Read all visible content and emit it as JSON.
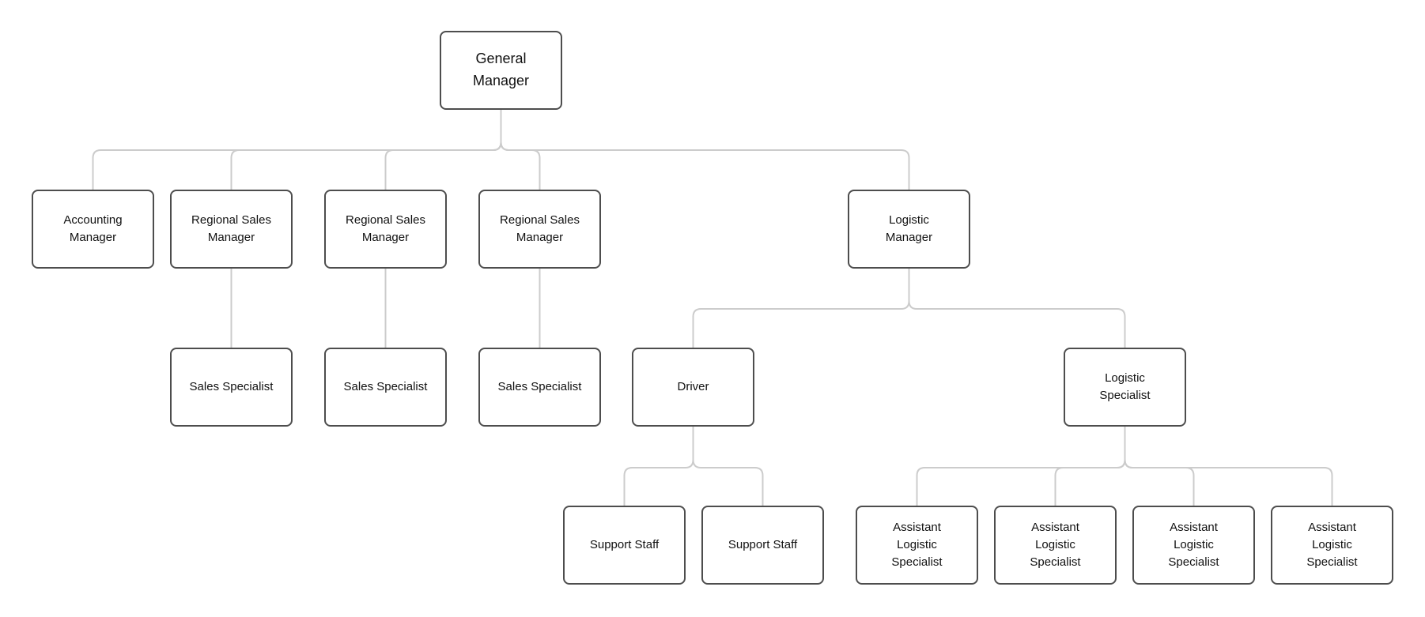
{
  "diagram": {
    "type": "org-chart",
    "background_color": "#ffffff",
    "node_fill_color": "#ffffff",
    "node_border_color": "#4d4d4d",
    "connector_color": "#cccccc",
    "text_color": "#111111",
    "levels": 4,
    "node_count": 17,
    "nodes": [
      {
        "id": "general-manager",
        "label": "General\nManager",
        "reports_to": null
      },
      {
        "id": "accounting-manager",
        "label": "Accounting\nManager",
        "reports_to": "general-manager"
      },
      {
        "id": "regional-sales-manager-1",
        "label": "Regional Sales\nManager",
        "reports_to": "general-manager"
      },
      {
        "id": "regional-sales-manager-2",
        "label": "Regional Sales\nManager",
        "reports_to": "general-manager"
      },
      {
        "id": "regional-sales-manager-3",
        "label": "Regional Sales\nManager",
        "reports_to": "general-manager"
      },
      {
        "id": "logistic-manager",
        "label": "Logistic\nManager",
        "reports_to": "general-manager"
      },
      {
        "id": "sales-specialist-1",
        "label": "Sales Specialist",
        "reports_to": "regional-sales-manager-1"
      },
      {
        "id": "sales-specialist-2",
        "label": "Sales Specialist",
        "reports_to": "regional-sales-manager-2"
      },
      {
        "id": "sales-specialist-3",
        "label": "Sales Specialist",
        "reports_to": "regional-sales-manager-3"
      },
      {
        "id": "driver",
        "label": "Driver",
        "reports_to": "logistic-manager"
      },
      {
        "id": "logistic-specialist",
        "label": "Logistic\nSpecialist",
        "reports_to": "logistic-manager"
      },
      {
        "id": "support-staff-1",
        "label": "Support Staff",
        "reports_to": "driver"
      },
      {
        "id": "support-staff-2",
        "label": "Support Staff",
        "reports_to": "driver"
      },
      {
        "id": "assistant-logistic-specialist-1",
        "label": "Assistant\nLogistic\nSpecialist",
        "reports_to": "logistic-specialist"
      },
      {
        "id": "assistant-logistic-specialist-2",
        "label": "Assistant\nLogistic\nSpecialist",
        "reports_to": "logistic-specialist"
      },
      {
        "id": "assistant-logistic-specialist-3",
        "label": "Assistant\nLogistic\nSpecialist",
        "reports_to": "logistic-specialist"
      },
      {
        "id": "assistant-logistic-specialist-4",
        "label": "Assistant\nLogistic\nSpecialist",
        "reports_to": "logistic-specialist"
      }
    ]
  }
}
